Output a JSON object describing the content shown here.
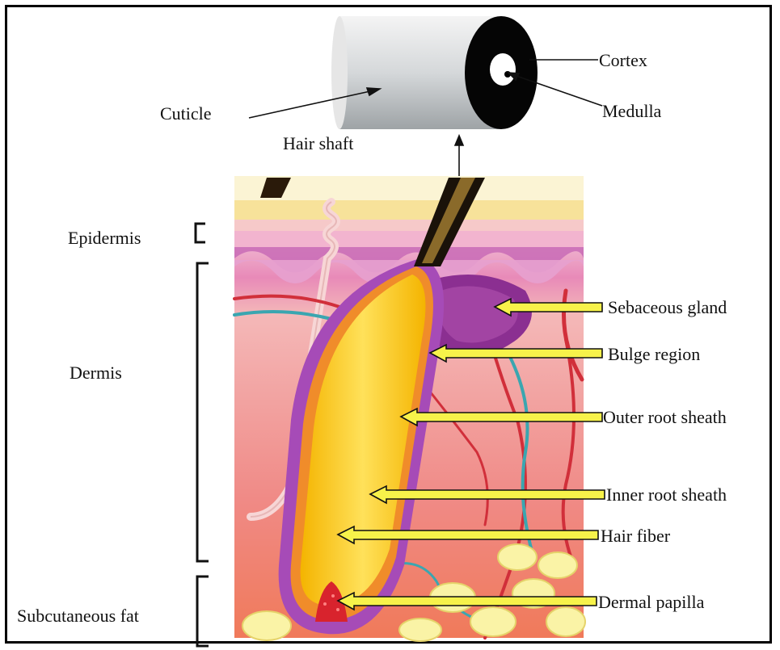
{
  "labels": {
    "cuticle": "Cuticle",
    "hair_shaft": "Hair shaft",
    "cortex": "Cortex",
    "medulla": "Medulla",
    "epidermis": "Epidermis",
    "dermis": "Dermis",
    "subcutaneous_fat": "Subcutaneous fat",
    "sebaceous_gland": "Sebaceous gland",
    "bulge_region": "Bulge region",
    "outer_root_sheath": "Outer root sheath",
    "inner_root_sheath": "Inner root sheath",
    "hair_fiber": "Hair fiber",
    "dermal_papilla": "Dermal papilla"
  },
  "colors": {
    "arrow_fill": "#f7f24a",
    "outer_sheath": "#9a3fb0",
    "hair_fiber": "#f2c21a",
    "skin_top": "#f5e6a8",
    "dermis": "#ef9a9a",
    "fat": "#f7ef9a"
  }
}
